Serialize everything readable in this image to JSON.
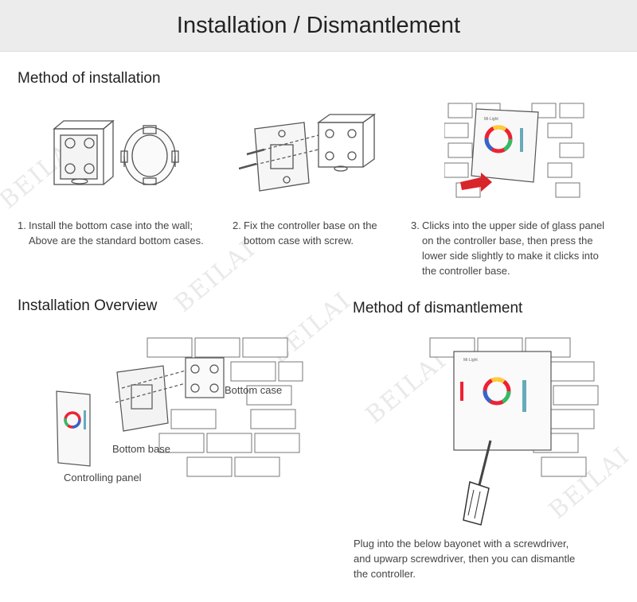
{
  "header": {
    "title": "Installation / Dismantlement"
  },
  "installation": {
    "title": "Method of installation",
    "steps": [
      {
        "num": "1.",
        "line1": "Install the bottom case into the wall;",
        "line2": "Above are the standard bottom cases."
      },
      {
        "num": "2.",
        "line1": "Fix the controller base on the",
        "line2": "bottom case with screw."
      },
      {
        "num": "3.",
        "line1": "Clicks into the upper side of glass panel",
        "line2": "on the controller base, then press the",
        "line3": "lower side slightly to make it clicks into",
        "line4": "the controller base."
      }
    ]
  },
  "overview": {
    "title": "Installation Overview",
    "labels": {
      "bottom_case": "Bottom case",
      "bottom_base": "Bottom base",
      "panel": "Controlling panel"
    }
  },
  "dismantlement": {
    "title": "Method of dismantlement",
    "line1": "Plug into the below bayonet with a screwdriver,",
    "line2": "and upwarp screwdriver, then you can dismantle",
    "line3": "the controller."
  },
  "panel_brand": "Mi·Light",
  "watermark": "BEILAI",
  "colors": {
    "banner_bg": "#ececec",
    "arrow_red": "#d9242a",
    "outline": "#555555",
    "brick_stroke": "#777777"
  }
}
